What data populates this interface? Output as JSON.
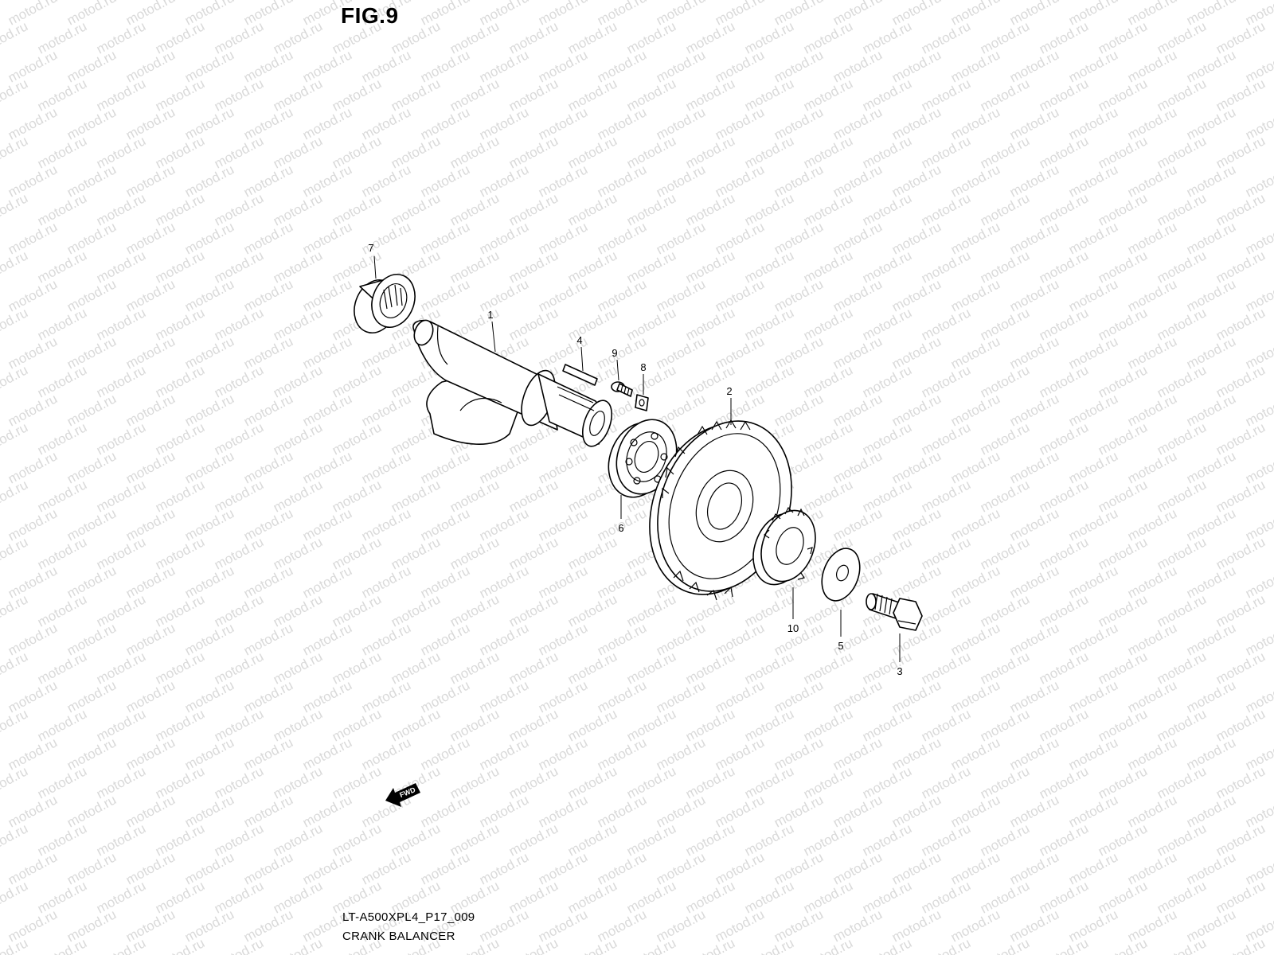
{
  "figure": {
    "title": "FIG.9",
    "code": "LT-A500XPL4_P17_009",
    "name": "CRANK BALANCER"
  },
  "watermark": {
    "text": "motod.ru",
    "color": "#d9d9d9"
  },
  "callouts": [
    {
      "id": "7",
      "part": "needle-bearing"
    },
    {
      "id": "1",
      "part": "balancer-shaft"
    },
    {
      "id": "4",
      "part": "key"
    },
    {
      "id": "9",
      "part": "pin"
    },
    {
      "id": "8",
      "part": "washer-tab"
    },
    {
      "id": "2",
      "part": "balancer-driven-gear"
    },
    {
      "id": "6",
      "part": "ball-bearing"
    },
    {
      "id": "10",
      "part": "drive-gear"
    },
    {
      "id": "5",
      "part": "washer"
    },
    {
      "id": "3",
      "part": "bolt"
    }
  ],
  "fwd_label": "FWD"
}
